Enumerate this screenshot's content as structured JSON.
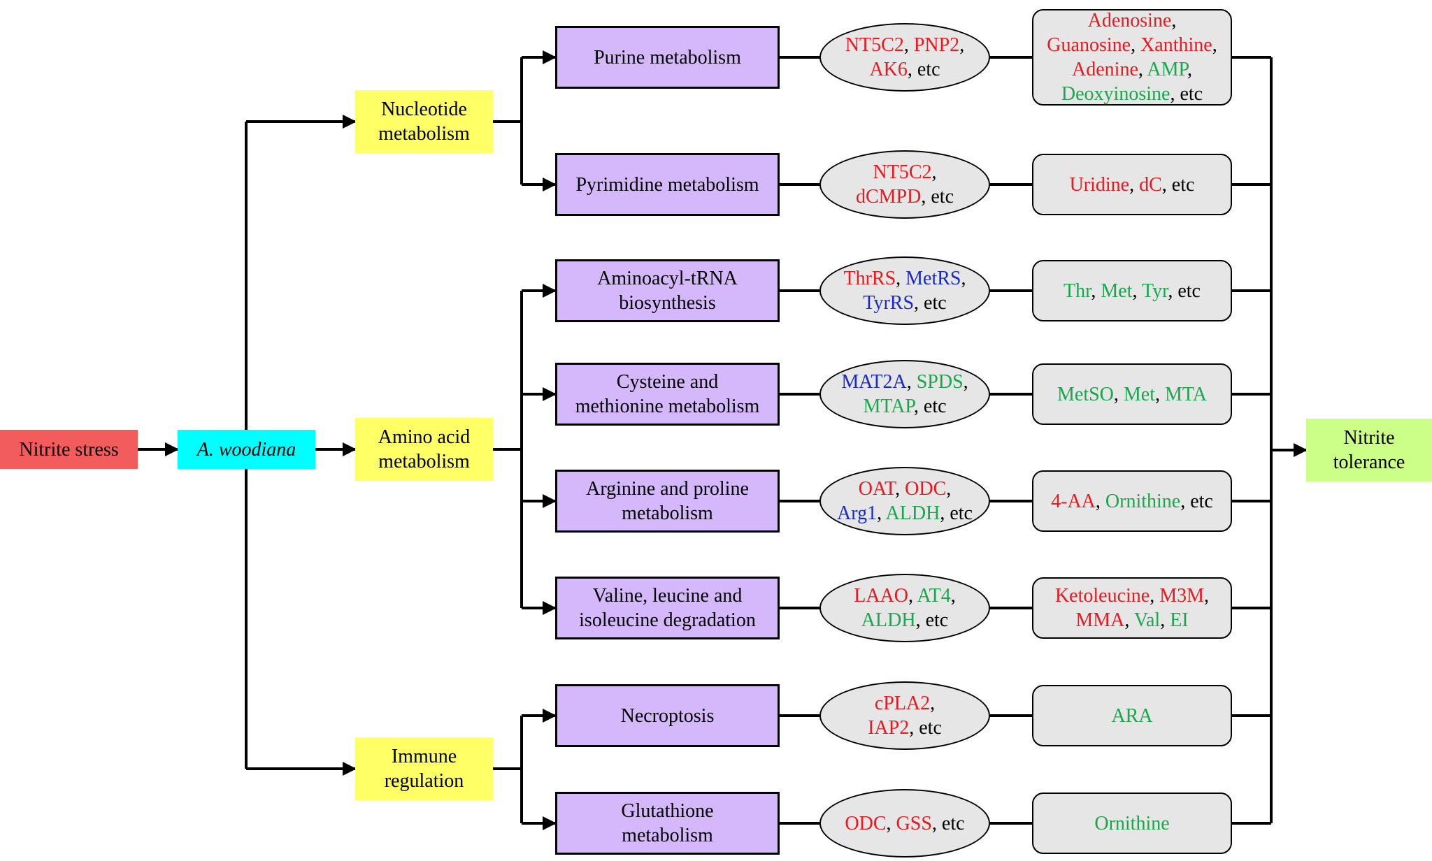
{
  "start_label": "Nitrite stress",
  "organism_label": "A. woodiana",
  "outcome_lines": [
    "Nitrite",
    "tolerance"
  ],
  "colors": {
    "start": "#f25c5c",
    "organism": "#00ffff",
    "category": "#ffff66",
    "pathway": "#d5b8fb",
    "box": "#e6e6e6",
    "outcome": "#ccff88",
    "red": "#e8191f",
    "green": "#1aa64c",
    "blue": "#1a29c9"
  },
  "categories": [
    {
      "lines": [
        "Nucleotide",
        "metabolism"
      ],
      "pathways": [
        {
          "lines": [
            "Purine metabolism"
          ],
          "enzymes": [
            [
              [
                "NT5C2",
                "red"
              ],
              [
                ", ",
                "black"
              ],
              [
                "PNP2",
                "red"
              ],
              [
                ",",
                "black"
              ]
            ],
            [
              [
                "AK6",
                "red"
              ],
              [
                ", etc",
                "black"
              ]
            ]
          ],
          "metabolites": [
            [
              [
                "Adenosine",
                "red"
              ],
              [
                ",",
                "black"
              ]
            ],
            [
              [
                "Guanosine",
                "red"
              ],
              [
                ", ",
                "black"
              ],
              [
                "Xanthine",
                "red"
              ],
              [
                ",",
                "black"
              ]
            ],
            [
              [
                "Adenine",
                "red"
              ],
              [
                ", ",
                "black"
              ],
              [
                "AMP",
                "green"
              ],
              [
                ",",
                "black"
              ]
            ],
            [
              [
                "Deoxyinosine",
                "green"
              ],
              [
                ", etc",
                "black"
              ]
            ]
          ]
        },
        {
          "lines": [
            "Pyrimidine metabolism"
          ],
          "enzymes": [
            [
              [
                "NT5C2",
                "red"
              ],
              [
                ",",
                "black"
              ]
            ],
            [
              [
                "dCMPD",
                "red"
              ],
              [
                ", etc",
                "black"
              ]
            ]
          ],
          "metabolites": [
            [
              [
                "Uridine",
                "red"
              ],
              [
                ", ",
                "black"
              ],
              [
                "dC",
                "red"
              ],
              [
                ", etc",
                "black"
              ]
            ]
          ]
        }
      ]
    },
    {
      "lines": [
        "Amino acid",
        "metabolism"
      ],
      "pathways": [
        {
          "lines": [
            "Aminoacyl-tRNA",
            "biosynthesis"
          ],
          "enzymes": [
            [
              [
                "ThrRS",
                "red"
              ],
              [
                ", ",
                "black"
              ],
              [
                "MetRS",
                "blue"
              ],
              [
                ",",
                "black"
              ]
            ],
            [
              [
                "TyrRS",
                "blue"
              ],
              [
                ", etc",
                "black"
              ]
            ]
          ],
          "metabolites": [
            [
              [
                "Thr",
                "green"
              ],
              [
                ", ",
                "black"
              ],
              [
                "Met",
                "green"
              ],
              [
                ", ",
                "black"
              ],
              [
                "Tyr",
                "green"
              ],
              [
                ", etc",
                "black"
              ]
            ]
          ]
        },
        {
          "lines": [
            "Cysteine and",
            "methionine metabolism"
          ],
          "enzymes": [
            [
              [
                "MAT2A",
                "blue"
              ],
              [
                ", ",
                "black"
              ],
              [
                "SPDS",
                "green"
              ],
              [
                ",",
                "black"
              ]
            ],
            [
              [
                "MTAP",
                "green"
              ],
              [
                ", etc",
                "black"
              ]
            ]
          ],
          "metabolites": [
            [
              [
                "MetSO",
                "green"
              ],
              [
                ", ",
                "black"
              ],
              [
                "Met",
                "green"
              ],
              [
                ", ",
                "black"
              ],
              [
                "MTA",
                "green"
              ]
            ]
          ]
        },
        {
          "lines": [
            "Arginine and proline",
            "metabolism"
          ],
          "enzymes": [
            [
              [
                "OAT",
                "red"
              ],
              [
                ", ",
                "black"
              ],
              [
                "ODC",
                "red"
              ],
              [
                ",",
                "black"
              ]
            ],
            [
              [
                "Arg1",
                "blue"
              ],
              [
                ", ",
                "black"
              ],
              [
                "ALDH",
                "green"
              ],
              [
                ", etc",
                "black"
              ]
            ]
          ],
          "metabolites": [
            [
              [
                "4-AA",
                "red"
              ],
              [
                ", ",
                "black"
              ],
              [
                "Ornithine",
                "green"
              ],
              [
                ", etc",
                "black"
              ]
            ]
          ]
        },
        {
          "lines": [
            "Valine, leucine and",
            "isoleucine degradation"
          ],
          "enzymes": [
            [
              [
                "LAAO",
                "red"
              ],
              [
                ", ",
                "black"
              ],
              [
                "AT4",
                "green"
              ],
              [
                ",",
                "black"
              ]
            ],
            [
              [
                "ALDH",
                "green"
              ],
              [
                ", etc",
                "black"
              ]
            ]
          ],
          "metabolites": [
            [
              [
                "Ketoleucine",
                "red"
              ],
              [
                ", ",
                "black"
              ],
              [
                "M3M",
                "red"
              ],
              [
                ",",
                "black"
              ]
            ],
            [
              [
                "MMA",
                "red"
              ],
              [
                ", ",
                "black"
              ],
              [
                "Val",
                "green"
              ],
              [
                ", ",
                "black"
              ],
              [
                "EI",
                "green"
              ]
            ]
          ]
        }
      ]
    },
    {
      "lines": [
        "Immune",
        "regulation"
      ],
      "pathways": [
        {
          "lines": [
            "Necroptosis"
          ],
          "enzymes": [
            [
              [
                "cPLA2",
                "red"
              ],
              [
                ",",
                "black"
              ]
            ],
            [
              [
                "IAP2",
                "red"
              ],
              [
                ", etc",
                "black"
              ]
            ]
          ],
          "metabolites": [
            [
              [
                "ARA",
                "green"
              ]
            ]
          ]
        },
        {
          "lines": [
            "Glutathione",
            "metabolism"
          ],
          "enzymes": [
            [
              [
                "ODC",
                "red"
              ],
              [
                ", ",
                "black"
              ],
              [
                "GSS",
                "red"
              ],
              [
                ", etc",
                "black"
              ]
            ]
          ],
          "metabolites": [
            [
              [
                "Ornithine",
                "green"
              ]
            ]
          ]
        }
      ]
    }
  ]
}
